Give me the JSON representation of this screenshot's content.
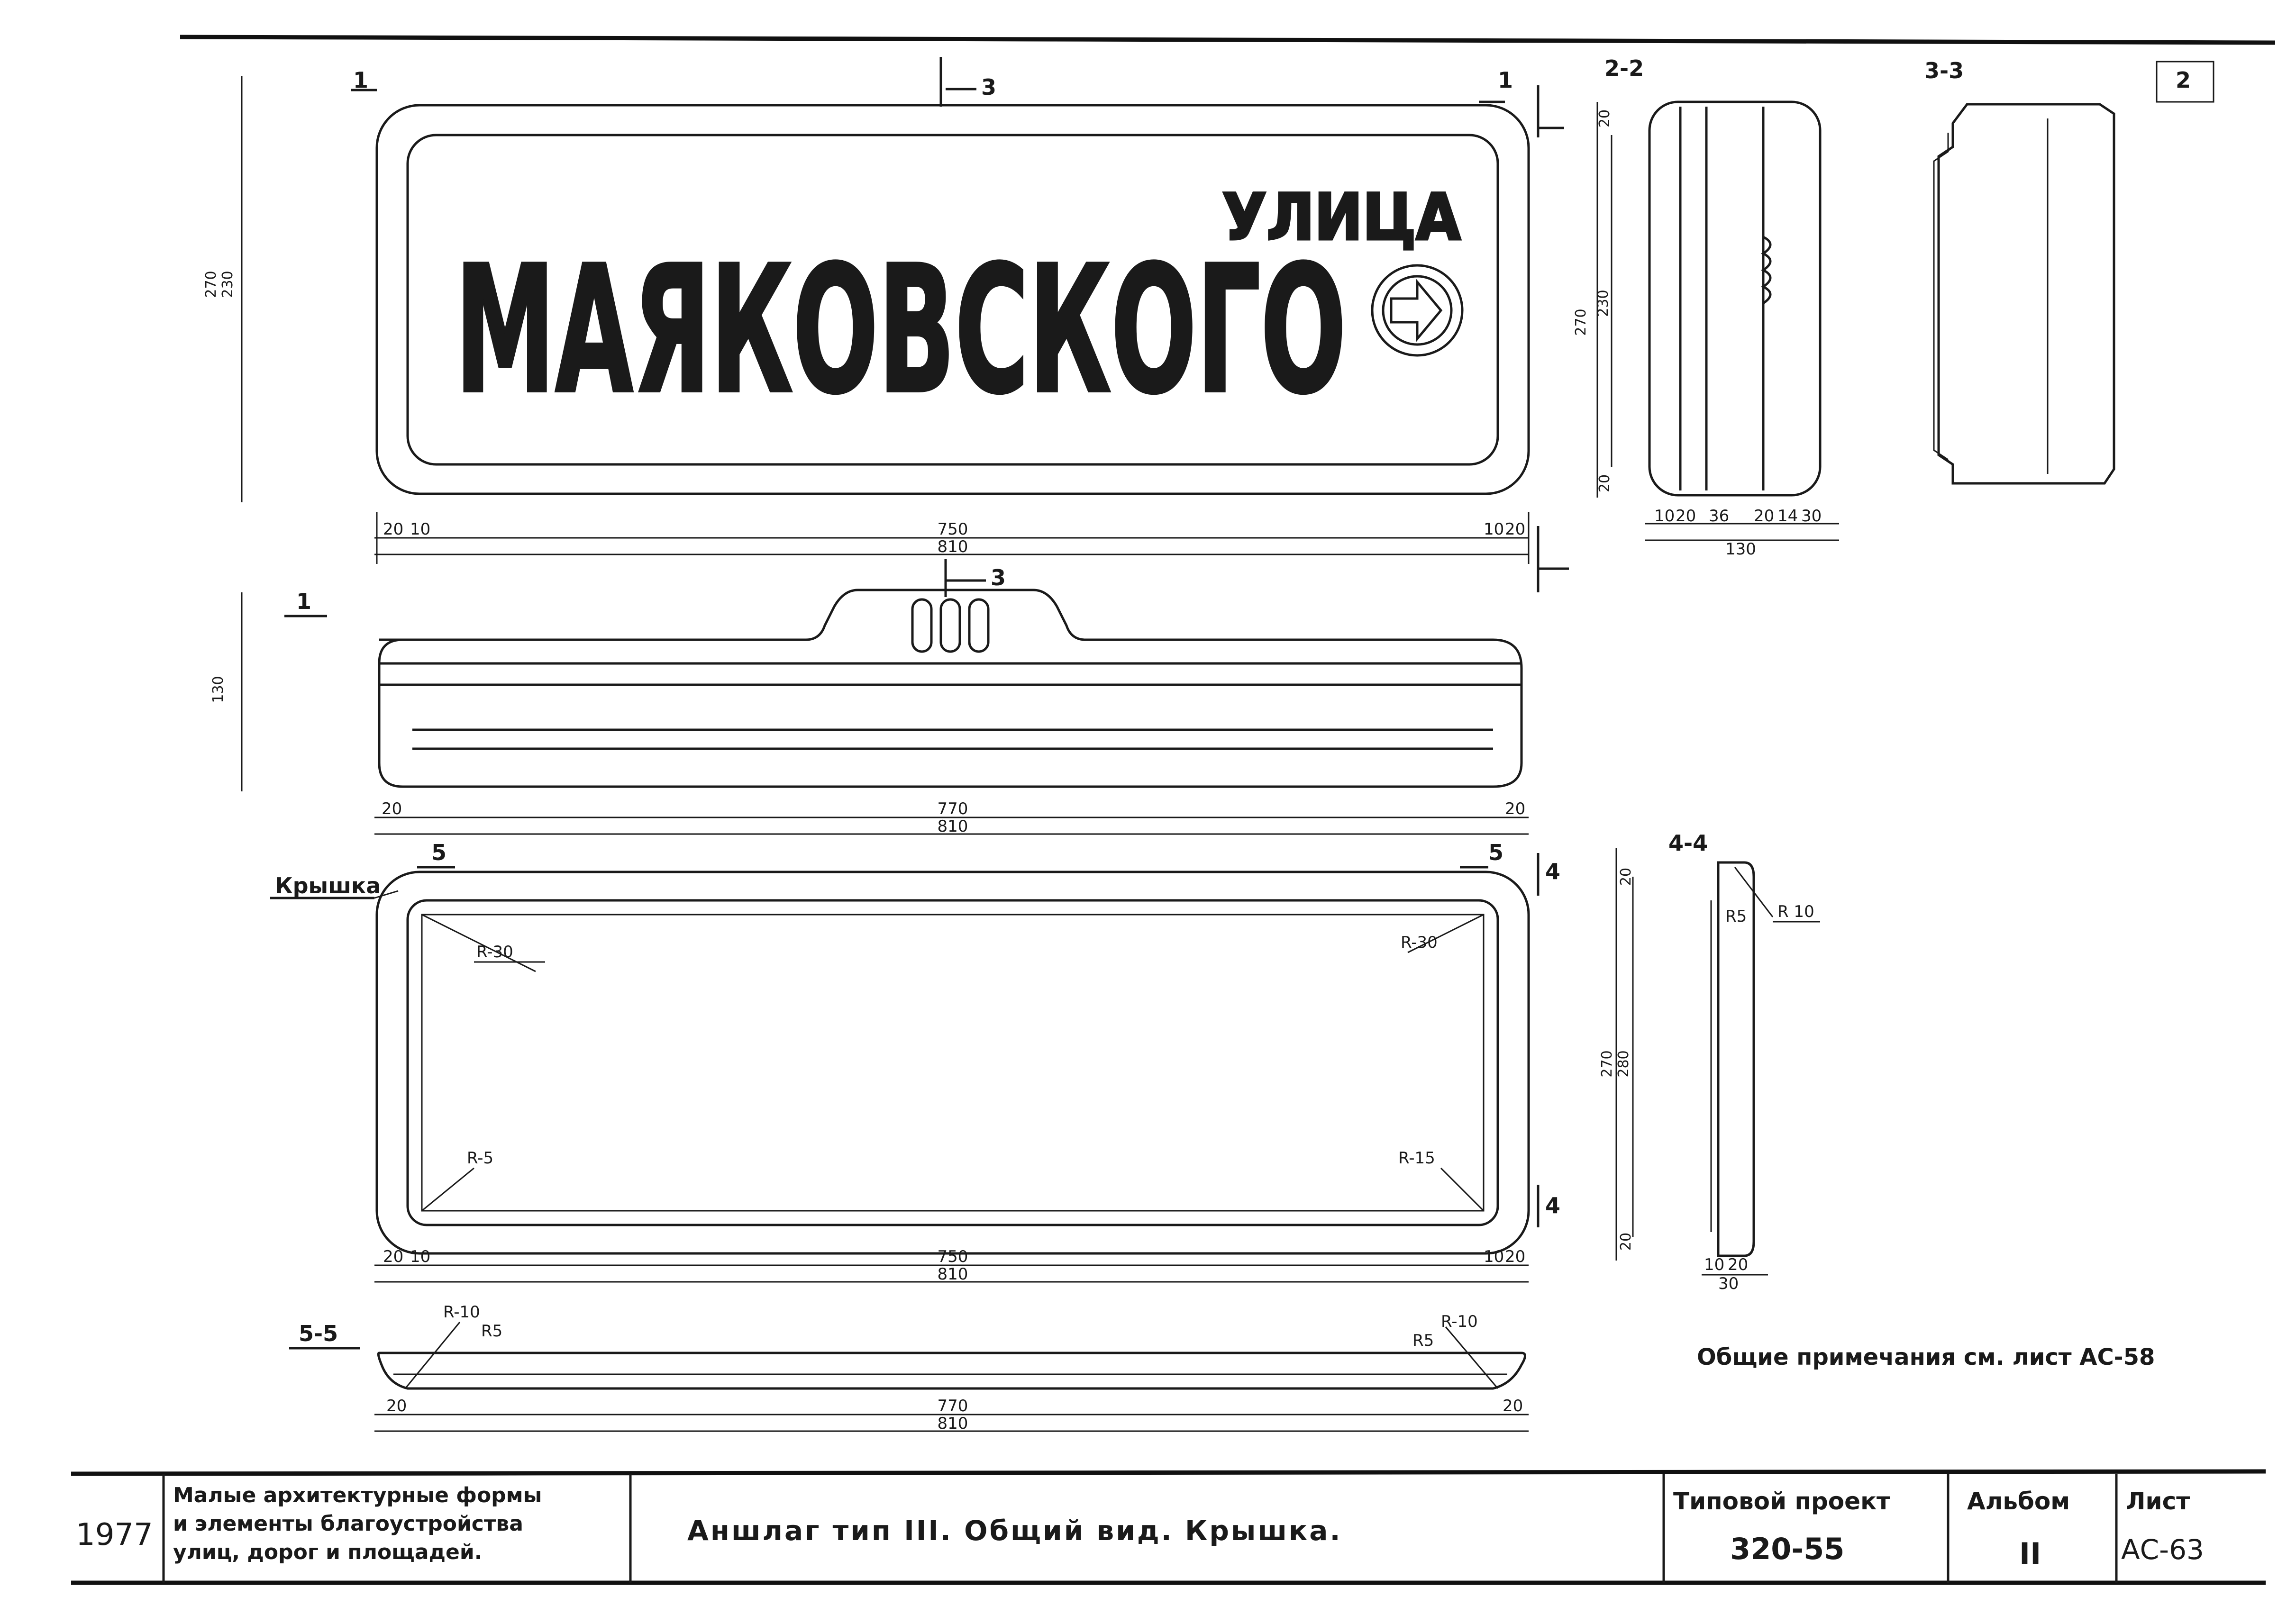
{
  "sign": {
    "top_word": "УЛИЦА",
    "street_name": "МАЯКОВСКОГО"
  },
  "sections": {
    "s1": "1",
    "s2": "2-2",
    "s3": "3-3",
    "s3_mark": "3",
    "s4": "4-4",
    "s4_mark": "4",
    "s5": "5-5",
    "s5_mark": "5",
    "s1_mark": "1",
    "s2_mark": "2"
  },
  "labels": {
    "cover": "Крышка",
    "notes": "Общие примечания см. лист АС-58"
  },
  "radii": {
    "r30": "R-30",
    "r5": "R-5",
    "r15": "R-15",
    "r10": "R-10",
    "r5s": "R5",
    "r10s": "R 10"
  },
  "dims": {
    "d20": "20",
    "d10": "10",
    "d750": "750",
    "d810": "810",
    "d770": "770",
    "d270": "270",
    "d230": "230",
    "d280": "280",
    "d130": "130",
    "d36": "36",
    "d14": "14",
    "d30": "30"
  },
  "title_block": {
    "year": "1977",
    "org_line1": "Малые архитектурные формы",
    "org_line2": "и элементы благоустройства",
    "org_line3": "улиц, дорог и площадей.",
    "title": "Аншлаг тип III. Общий вид. Крышка.",
    "project_label": "Типовой проект",
    "project_value": "320-55",
    "album_label": "Альбом",
    "album_value": "II",
    "sheet_label": "Лист",
    "sheet_value": "АС-63"
  }
}
